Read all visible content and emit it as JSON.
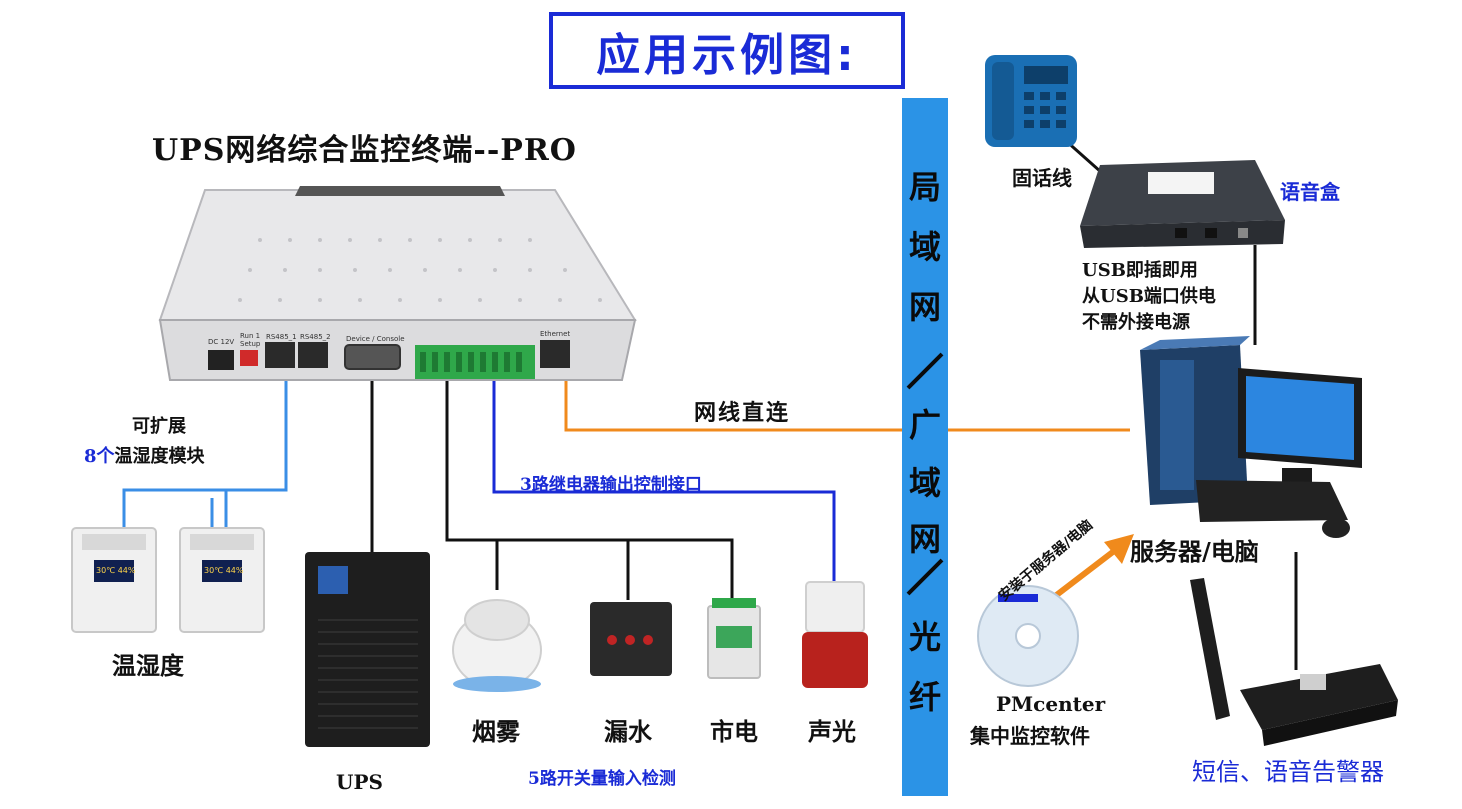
{
  "title": "应用示例图:",
  "device_name": "UPS网络综合监控终端--PRO",
  "device_ports": {
    "dc": "DC 12V",
    "run": "Run 1",
    "setup": "Setup",
    "rs485_1": "RS485_1",
    "rs485_2": "RS485_2",
    "console": "Device / Console",
    "ethernet": "Ethernet"
  },
  "network_bar": [
    "局",
    "域",
    "网",
    "广",
    "域",
    "网",
    "光",
    "纤"
  ],
  "labels": {
    "expand_line1": "可扩展",
    "expand_count": "8个",
    "expand_line2_rest": "温湿度模块",
    "temp_humidity": "温湿度",
    "sensor_display": "30℃ 44%",
    "ups": "UPS",
    "relay": "3路继电器输出控制接口",
    "direct_link": "网线直连",
    "smoke": "烟雾",
    "water": "漏水",
    "mains": "市电",
    "siren": "声光",
    "switch_input": "5路开关量输入检测",
    "landline": "固话线",
    "voice_box": "语音盒",
    "usb_line1": "USB即插即用",
    "usb_line2": "从USB端口供电",
    "usb_line3": "不需外接电源",
    "server": "服务器/电脑",
    "install": "安装于服务器/电脑",
    "software_line1": "PMcenter",
    "software_line2": "集中监控软件",
    "sms_alarm": "短信、语音告警器"
  },
  "colors": {
    "accent_blue": "#1a2bd6",
    "bar_blue": "#2b93e6",
    "rs485_line": "#3a8ee6",
    "ethernet_line": "#f08a1c",
    "relay_line": "#1a2bd6",
    "black_line": "#111111"
  }
}
